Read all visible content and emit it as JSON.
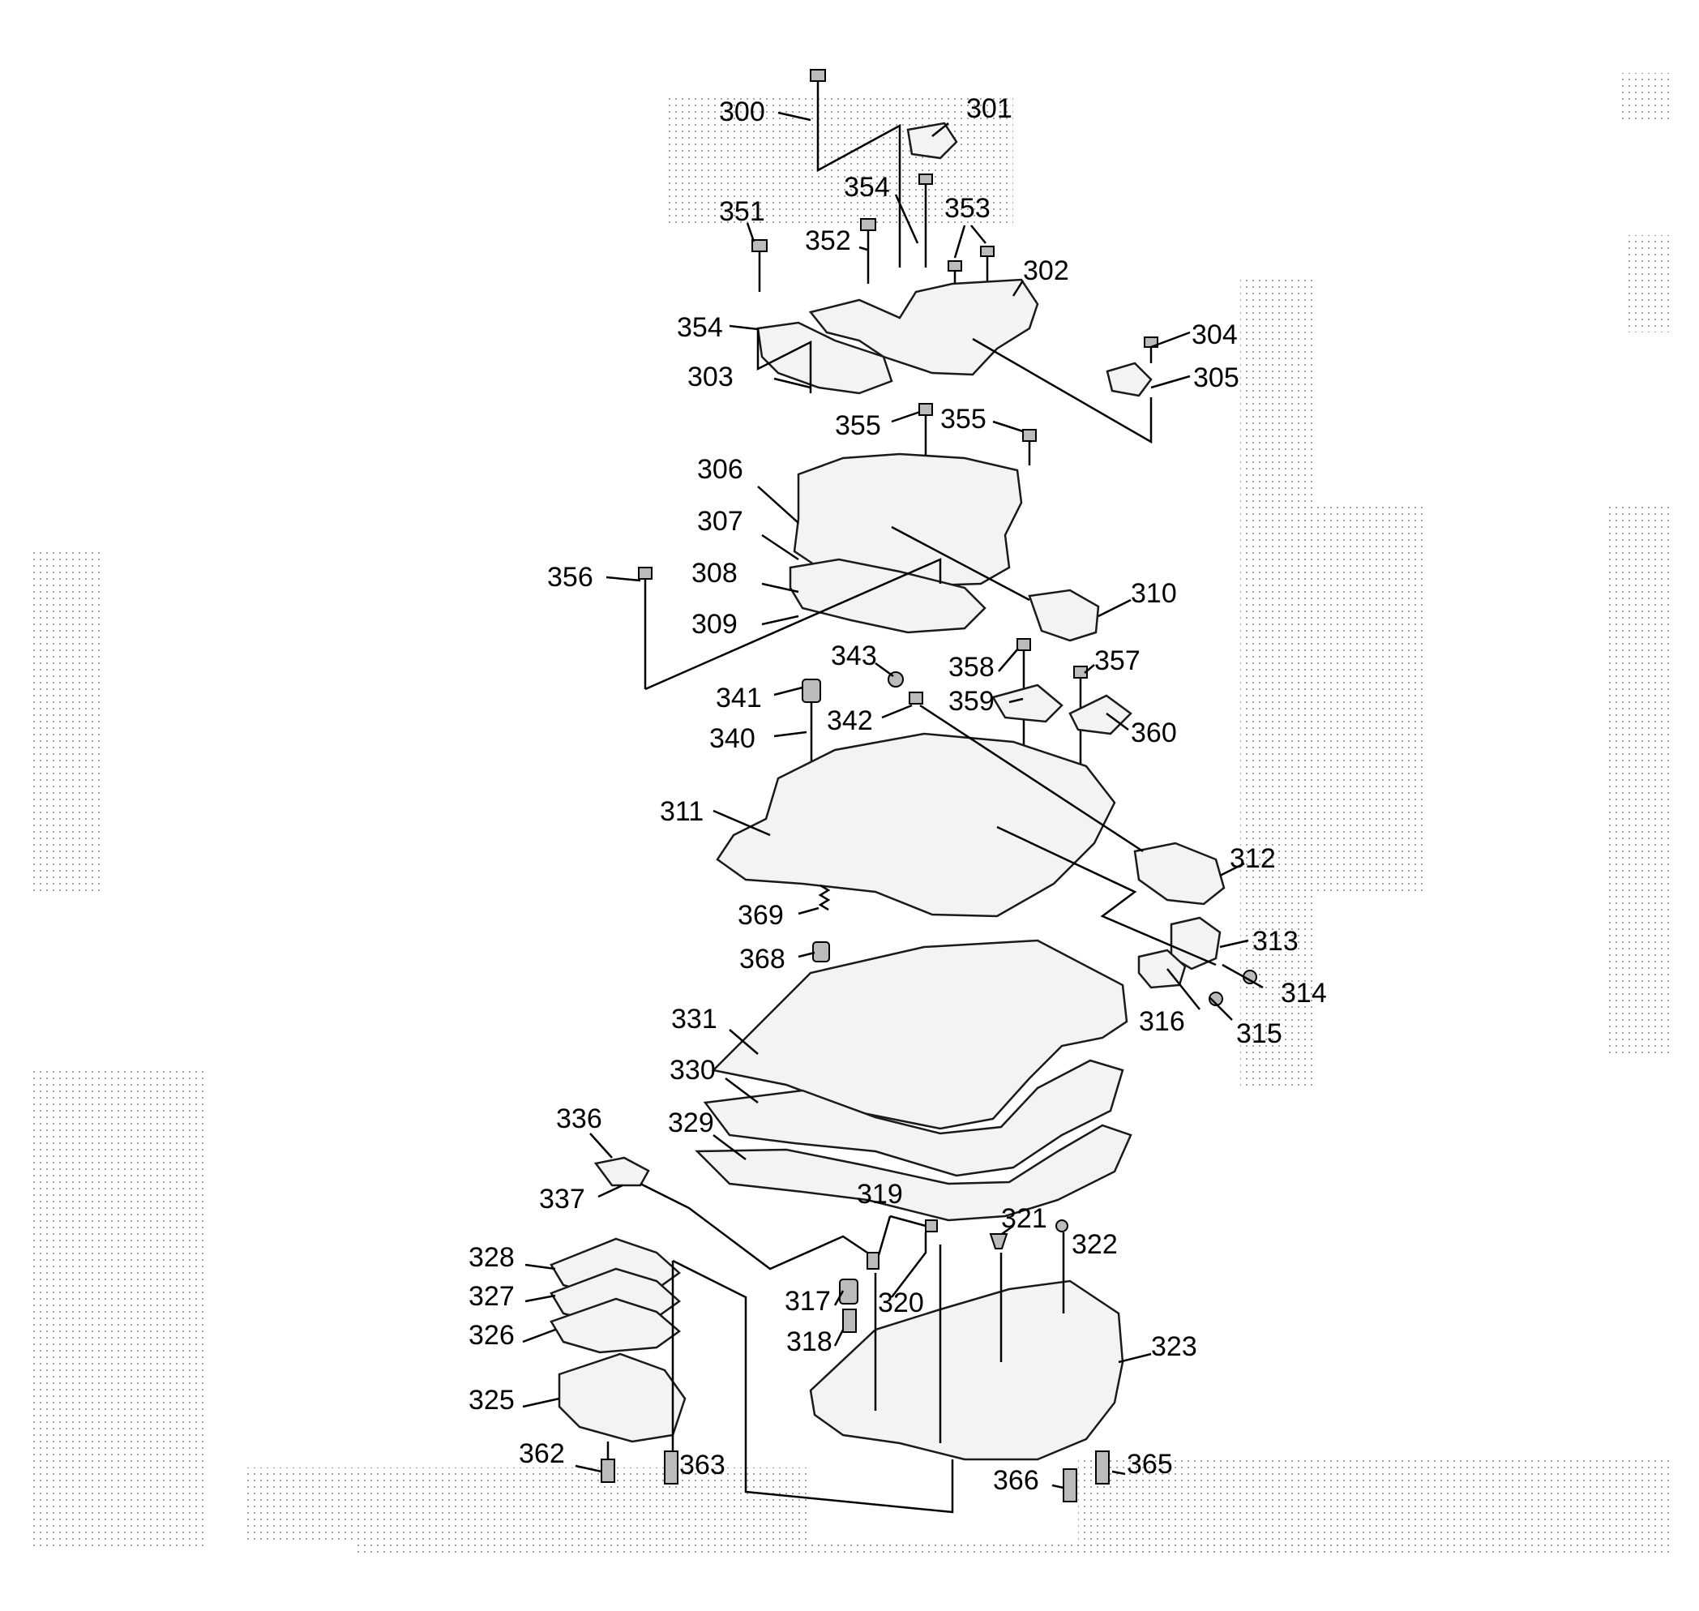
{
  "callouts": [
    {
      "id": "c300",
      "text": "300"
    },
    {
      "id": "c301",
      "text": "301"
    },
    {
      "id": "c354a",
      "text": "354"
    },
    {
      "id": "c353",
      "text": "353"
    },
    {
      "id": "c351",
      "text": "351"
    },
    {
      "id": "c352",
      "text": "352"
    },
    {
      "id": "c302",
      "text": "302"
    },
    {
      "id": "c354b",
      "text": "354"
    },
    {
      "id": "c304",
      "text": "304"
    },
    {
      "id": "c303",
      "text": "303"
    },
    {
      "id": "c305",
      "text": "305"
    },
    {
      "id": "c355a",
      "text": "355"
    },
    {
      "id": "c355b",
      "text": "355"
    },
    {
      "id": "c306",
      "text": "306"
    },
    {
      "id": "c307",
      "text": "307"
    },
    {
      "id": "c308",
      "text": "308"
    },
    {
      "id": "c356",
      "text": "356"
    },
    {
      "id": "c310",
      "text": "310"
    },
    {
      "id": "c309",
      "text": "309"
    },
    {
      "id": "c343",
      "text": "343"
    },
    {
      "id": "c358",
      "text": "358"
    },
    {
      "id": "c357",
      "text": "357"
    },
    {
      "id": "c341",
      "text": "341"
    },
    {
      "id": "c359",
      "text": "359"
    },
    {
      "id": "c342",
      "text": "342"
    },
    {
      "id": "c360",
      "text": "360"
    },
    {
      "id": "c340",
      "text": "340"
    },
    {
      "id": "c311",
      "text": "311"
    },
    {
      "id": "c312",
      "text": "312"
    },
    {
      "id": "c369",
      "text": "369"
    },
    {
      "id": "c313",
      "text": "313"
    },
    {
      "id": "c368",
      "text": "368"
    },
    {
      "id": "c314",
      "text": "314"
    },
    {
      "id": "c316",
      "text": "316"
    },
    {
      "id": "c315",
      "text": "315"
    },
    {
      "id": "c331",
      "text": "331"
    },
    {
      "id": "c330",
      "text": "330"
    },
    {
      "id": "c336",
      "text": "336"
    },
    {
      "id": "c329",
      "text": "329"
    },
    {
      "id": "c337",
      "text": "337"
    },
    {
      "id": "c319",
      "text": "319"
    },
    {
      "id": "c321",
      "text": "321"
    },
    {
      "id": "c322",
      "text": "322"
    },
    {
      "id": "c328",
      "text": "328"
    },
    {
      "id": "c317",
      "text": "317"
    },
    {
      "id": "c320",
      "text": "320"
    },
    {
      "id": "c327",
      "text": "327"
    },
    {
      "id": "c326",
      "text": "326"
    },
    {
      "id": "c318",
      "text": "318"
    },
    {
      "id": "c323",
      "text": "323"
    },
    {
      "id": "c325",
      "text": "325"
    },
    {
      "id": "c362",
      "text": "362"
    },
    {
      "id": "c363",
      "text": "363"
    },
    {
      "id": "c366",
      "text": "366"
    },
    {
      "id": "c365",
      "text": "365"
    }
  ]
}
